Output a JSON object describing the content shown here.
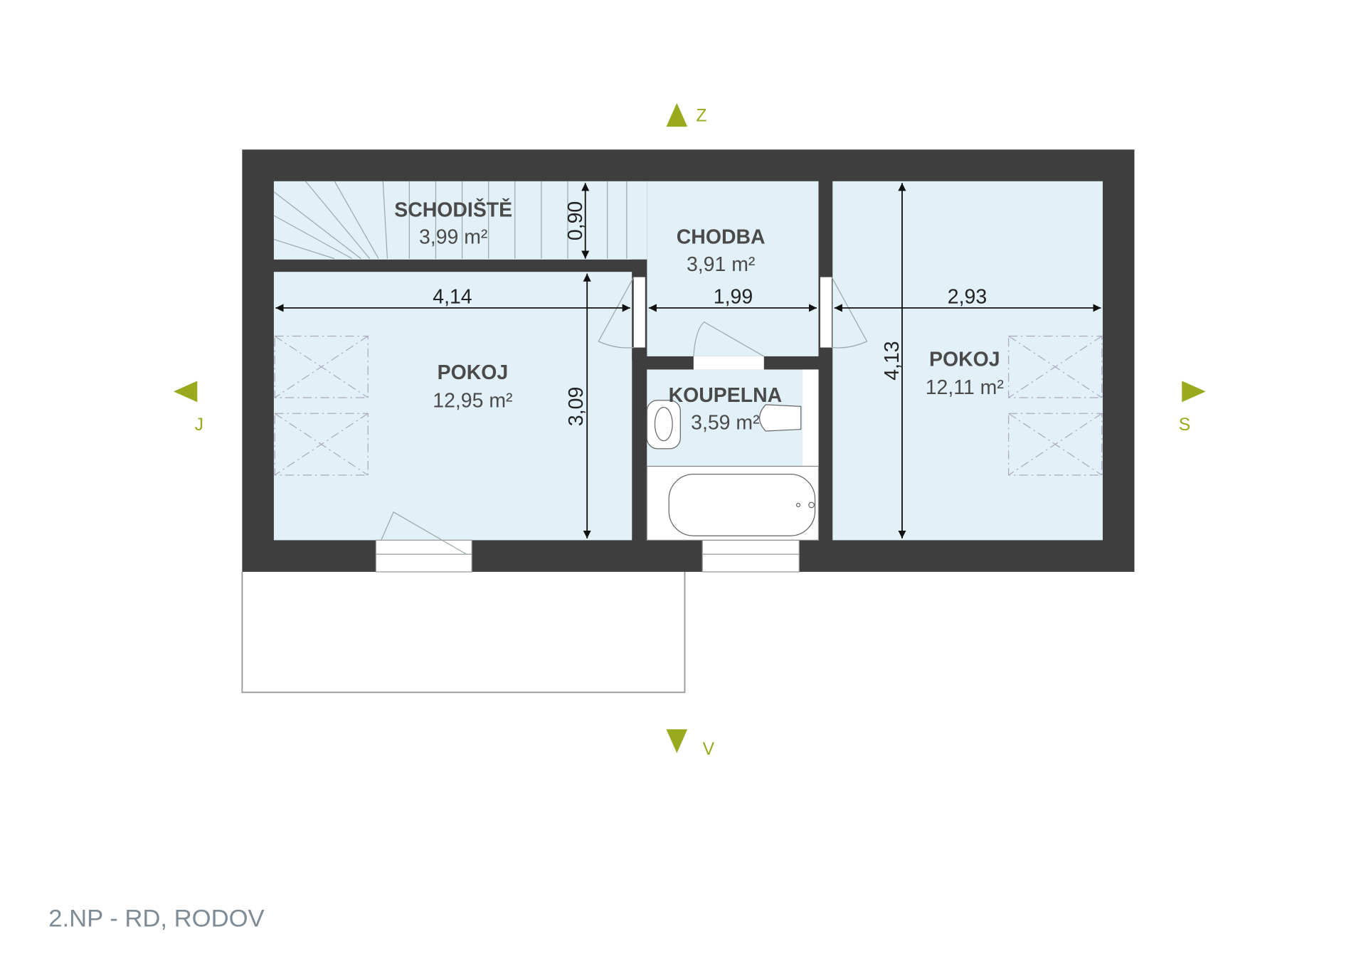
{
  "colors": {
    "wall": "#3e3e3e",
    "room": "#e2f1f8",
    "accent": "#9aaa1e",
    "footer": "#7d8c96"
  },
  "compass": {
    "north": "Z",
    "south": "V",
    "west": "J",
    "east": "S"
  },
  "rooms": [
    {
      "name": "SCHODIŠTĚ",
      "area": "3,99 m²"
    },
    {
      "name": "CHODBA",
      "area": "3,91 m²"
    },
    {
      "name": "POKOJ",
      "area": "12,95 m²"
    },
    {
      "name": "KOUPELNA",
      "area": "3,59 m²"
    },
    {
      "name": "POKOJ",
      "area": "12,11 m²"
    }
  ],
  "dimensions": {
    "stair_depth": "0,90",
    "left_width": "4,14",
    "hall_width": "1,99",
    "right_width": "2,93",
    "left_depth": "3,09",
    "right_depth": "4,13"
  },
  "footer": {
    "title": "2.NP - RD, RODOV"
  }
}
